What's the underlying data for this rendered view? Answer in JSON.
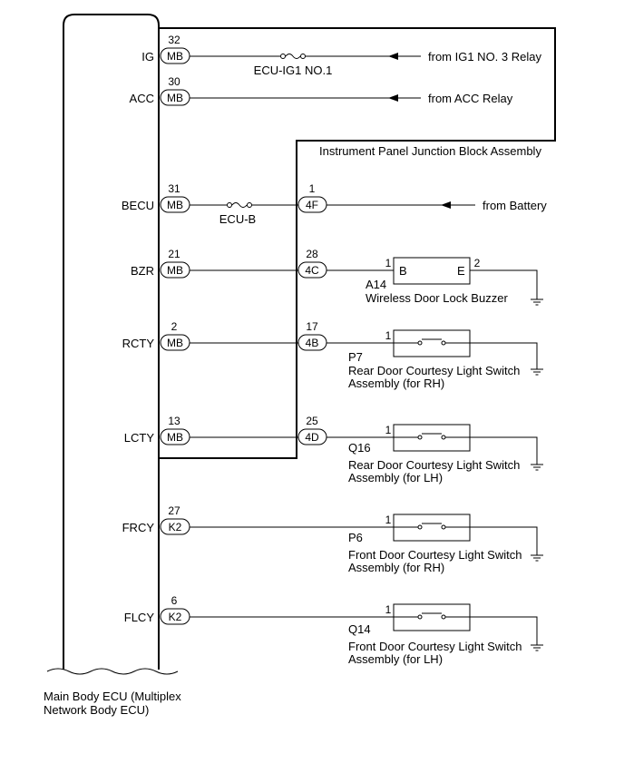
{
  "ecu": {
    "name_line1": "Main Body ECU (Multiplex",
    "name_line2": "Network Body ECU)"
  },
  "junction_block": {
    "name": "Instrument Panel Junction Block Assembly"
  },
  "terminals": [
    {
      "id": "ig",
      "signal": "IG",
      "pin": "32",
      "connector": "MB"
    },
    {
      "id": "acc",
      "signal": "ACC",
      "pin": "30",
      "connector": "MB"
    },
    {
      "id": "becu",
      "signal": "BECU",
      "pin": "31",
      "connector": "MB"
    },
    {
      "id": "bzr",
      "signal": "BZR",
      "pin": "21",
      "connector": "MB"
    },
    {
      "id": "rcty",
      "signal": "RCTY",
      "pin": "2",
      "connector": "MB"
    },
    {
      "id": "lcty",
      "signal": "LCTY",
      "pin": "13",
      "connector": "MB"
    },
    {
      "id": "frcy",
      "signal": "FRCY",
      "pin": "27",
      "connector": "K2"
    },
    {
      "id": "flcy",
      "signal": "FLCY",
      "pin": "6",
      "connector": "K2"
    }
  ],
  "jb_connectors": [
    {
      "id": "becu",
      "pin": "1",
      "connector": "4F"
    },
    {
      "id": "bzr",
      "pin": "28",
      "connector": "4C"
    },
    {
      "id": "rcty",
      "pin": "17",
      "connector": "4B"
    },
    {
      "id": "lcty",
      "pin": "25",
      "connector": "4D"
    }
  ],
  "fuses": {
    "ig1": "ECU-IG1 NO.1",
    "ecub": "ECU-B"
  },
  "sources": {
    "ig": "from IG1 NO. 3 Relay",
    "acc": "from ACC Relay",
    "battery": "from Battery"
  },
  "buzzer": {
    "code": "A14",
    "name": "Wireless Door Lock Buzzer",
    "pin_in": "1",
    "pin_out": "2",
    "term_b": "B",
    "term_e": "E"
  },
  "switches": [
    {
      "id": "p7",
      "pin": "1",
      "code": "P7",
      "name_line1": "Rear Door Courtesy Light Switch",
      "name_line2": "Assembly (for RH)"
    },
    {
      "id": "q16",
      "pin": "1",
      "code": "Q16",
      "name_line1": "Rear Door Courtesy Light Switch",
      "name_line2": "Assembly (for LH)"
    },
    {
      "id": "p6",
      "pin": "1",
      "code": "P6",
      "name_line1": "Front Door Courtesy Light Switch",
      "name_line2": "Assembly (for RH)"
    },
    {
      "id": "q14",
      "pin": "1",
      "code": "Q14",
      "name_line1": "Front Door Courtesy Light Switch",
      "name_line2": "Assembly (for LH)"
    }
  ]
}
